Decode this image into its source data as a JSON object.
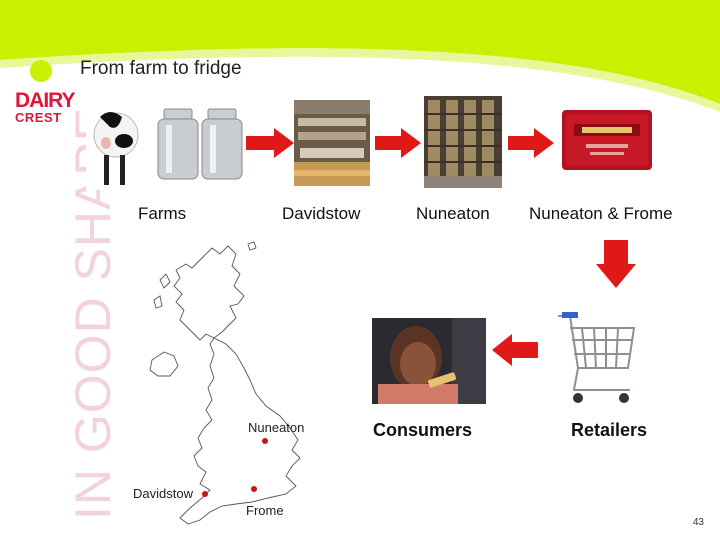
{
  "header": {
    "title": "From farm to fridge",
    "brand_line1": "DAIRY",
    "brand_line2": "CREST",
    "tagline": "IN GOOD SHAPE",
    "accent_color": "#c8f000",
    "brand_red": "#e0143c"
  },
  "chain": {
    "stage_labels": [
      "Farms",
      "Davidstow",
      "Nuneaton",
      "Nuneaton & Frome"
    ],
    "retailers_label": "Retailers",
    "consumers_label": "Consumers"
  },
  "map": {
    "places": [
      "Nuneaton",
      "Davidstow",
      "Frome"
    ],
    "marker_color": "#cc1111"
  },
  "arrow_color": "#e01818",
  "footer": {
    "page_number": "43"
  }
}
